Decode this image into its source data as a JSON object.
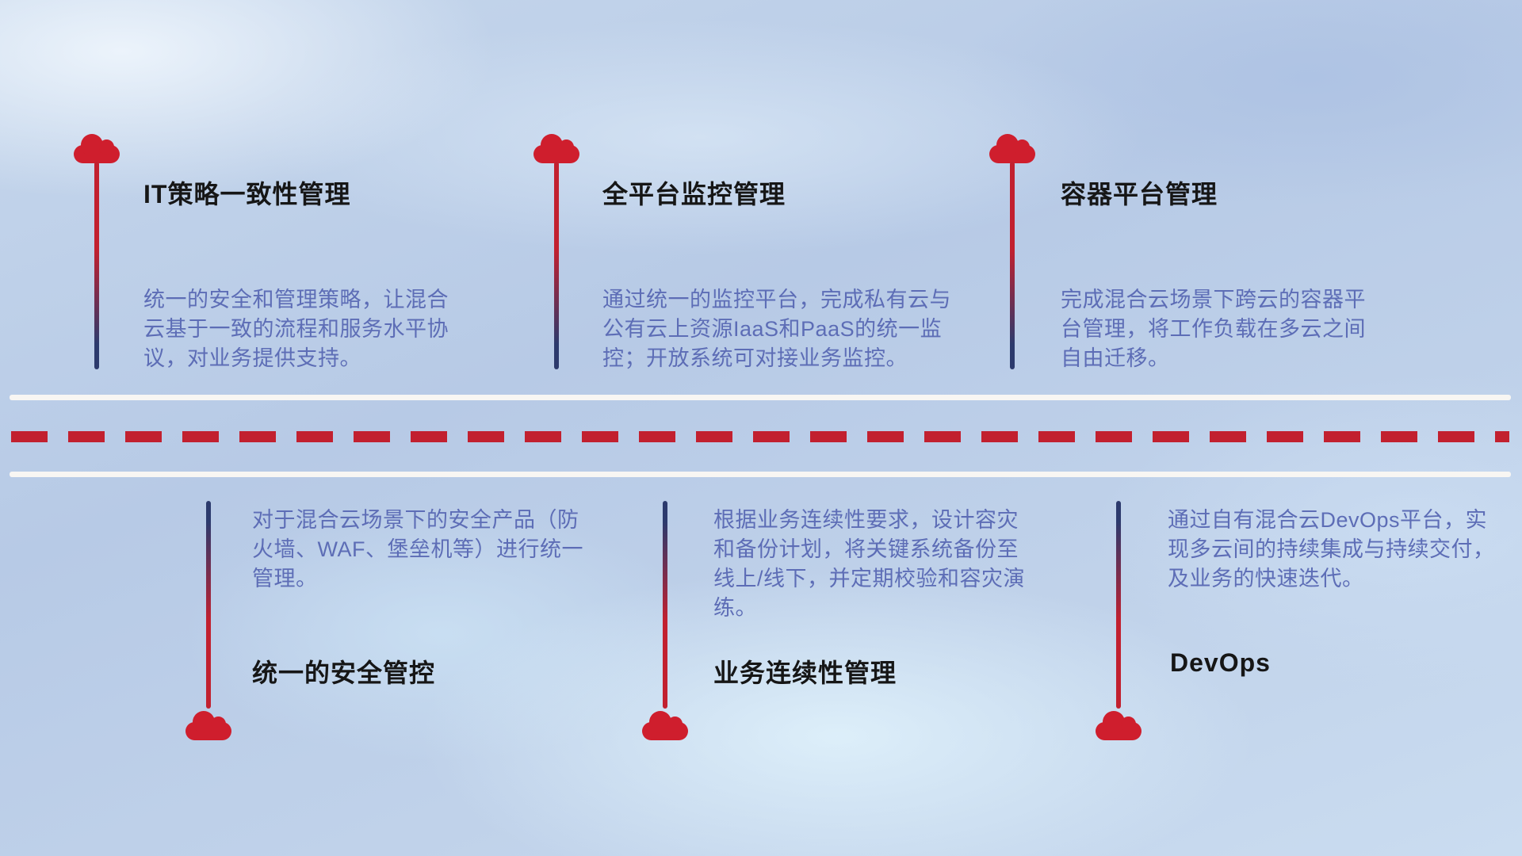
{
  "colors": {
    "cloud_red": "#cf1e2d",
    "line_red": "#c2202f",
    "line_navy": "#2c3a6d",
    "title": "#161616",
    "description": "#5d6db6",
    "road_white": "#f8f6f3"
  },
  "top_items": [
    {
      "title": "IT策略一致性管理",
      "desc": "统一的安全和管理策略，让混合云基于一致的流程和服务水平协议，对业务提供支持。"
    },
    {
      "title": "全平台监控管理",
      "desc": "通过统一的监控平台，完成私有云与公有云上资源IaaS和PaaS的统一监控；开放系统可对接业务监控。"
    },
    {
      "title": "容器平台管理",
      "desc": "完成混合云场景下跨云的容器平台管理，将工作负载在多云之间自由迁移。"
    }
  ],
  "bottom_items": [
    {
      "title": "统一的安全管控",
      "desc": "对于混合云场景下的安全产品（防火墙、WAF、堡垒机等）进行统一管理。"
    },
    {
      "title": "业务连续性管理",
      "desc": "根据业务连续性要求，设计容灾和备份计划，将关键系统备份至线上/线下，并定期校验和容灾演练。"
    },
    {
      "title": "DevOps",
      "desc": "通过自有混合云DevOps平台，实现多云间的持续集成与持续交付，及业务的快速迭代。"
    }
  ]
}
